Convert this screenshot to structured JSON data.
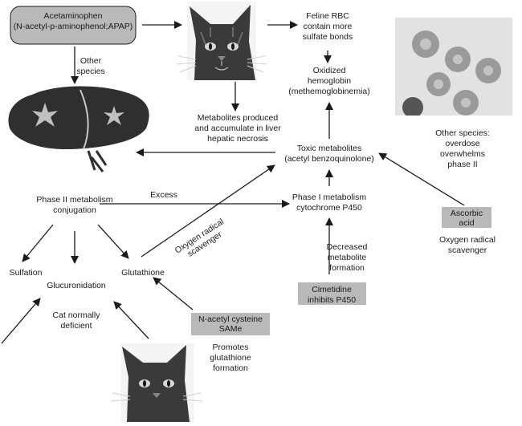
{
  "nodes": {
    "apap": [
      "Acetaminophen",
      "(N-acetyl-p-aminophenol;APAP)"
    ],
    "feline_rbc": [
      "Feline RBC",
      "contain more",
      "sulfate bonds"
    ],
    "oxidized_hb": [
      "Oxidized",
      "hemoglobin",
      "(methemoglobinemia)"
    ],
    "other_species_left": [
      "Other",
      "species"
    ],
    "metabolites_liver": [
      "Metabolites produced",
      "and accumulate in liver",
      "hepatic necrosis"
    ],
    "other_species_right": [
      "Other species:",
      "overdose",
      "overwhelms",
      "phase II"
    ],
    "toxic_metabolites": [
      "Toxic metabolites",
      "(acetyl benzoquinolone)"
    ],
    "phase2": [
      "Phase II metabolism",
      "conjugation"
    ],
    "excess": "Excess",
    "phase1": [
      "Phase I metabolism",
      "cytochrome P450"
    ],
    "ascorbic": [
      "Ascorbic",
      "acid"
    ],
    "oxygen_scavenger_right": [
      "Oxygen radical",
      "scavenger"
    ],
    "oxygen_scavenger_diag": [
      "Oxygen radical",
      "scavenger"
    ],
    "sulfation": "Sulfation",
    "glucuronidation": "Glucuronidation",
    "glutathione": "Glutathione",
    "decreased_metabolite": [
      "Decreased",
      "metabolite",
      "formation"
    ],
    "cimetidine": [
      "Cimetidine",
      "inhibits P450"
    ],
    "cat_deficient": [
      "Cat normally",
      "deficient"
    ],
    "nac_same": [
      "N-acetyl cysteine",
      "SAMe"
    ],
    "promotes_glutathione": [
      "Promotes",
      "glutathione",
      "formation"
    ]
  },
  "colors": {
    "box_fill": "#b9b9b9",
    "line": "#1a1a1a",
    "cat_dark": "#3a3a3a",
    "liver_dark": "#2f2f2f",
    "rbc_bg": "#e2e2e2",
    "rbc_cell": "#9a9a9a"
  },
  "icons": [
    "cat-photo",
    "liver-illustration",
    "red-blood-cell-micrograph",
    "cat-photo"
  ]
}
